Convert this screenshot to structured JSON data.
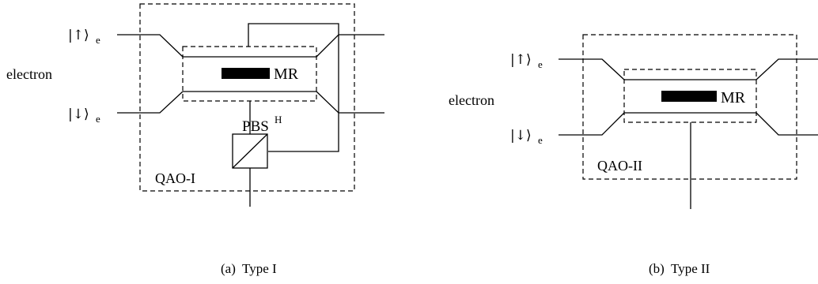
{
  "panel_a": {
    "input_up": "|↑⟩",
    "input_down": "|↓⟩",
    "subscript": "e",
    "electron_label": "electron",
    "mirror_label": "MR",
    "pbs_label": "PBS",
    "pbs_superscript": "H",
    "box_label": "QAO-I",
    "caption": "(a)  Type I"
  },
  "panel_b": {
    "input_up": "|↑⟩",
    "input_down": "|↓⟩",
    "subscript": "e",
    "electron_label": "electron",
    "mirror_label": "MR",
    "box_label": "QAO-II",
    "caption": "(b)  Type II"
  }
}
